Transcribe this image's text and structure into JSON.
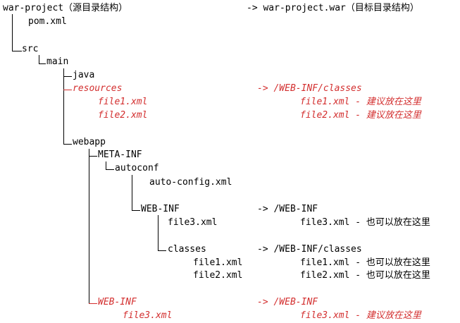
{
  "colors": {
    "text": "#000000",
    "highlight": "#d32f2f",
    "background": "#ffffff"
  },
  "tree": {
    "root": "war-project（源目录结构）",
    "pom": "pom.xml",
    "src": "src",
    "main": "main",
    "java": "java",
    "resources": "resources",
    "res_file1": "file1.xml",
    "res_file2": "file2.xml",
    "webapp": "webapp",
    "meta_inf": "META-INF",
    "autoconf": "autoconf",
    "auto_config": "auto-config.xml",
    "webapp_web_inf": "WEB-INF",
    "web_inf_file3": "file3.xml",
    "classes": "classes",
    "classes_file1": "file1.xml",
    "classes_file2": "file2.xml",
    "red_web_inf": "WEB-INF",
    "red_file3": "file3.xml"
  },
  "mapping": {
    "root": "-> war-project.war（目标目录结构）",
    "resources": "-> /WEB-INF/classes",
    "res_file1": "file1.xml - 建议放在这里",
    "res_file2": "file2.xml - 建议放在这里",
    "webapp_web_inf": "-> /WEB-INF",
    "web_inf_file3": "file3.xml - 也可以放在这里",
    "classes": "-> /WEB-INF/classes",
    "classes_file1": "file1.xml - 也可以放在这里",
    "classes_file2": "file2.xml - 也可以放在这里",
    "red_web_inf": "-> /WEB-INF",
    "red_file3": "file3.xml - 建议放在这里"
  }
}
